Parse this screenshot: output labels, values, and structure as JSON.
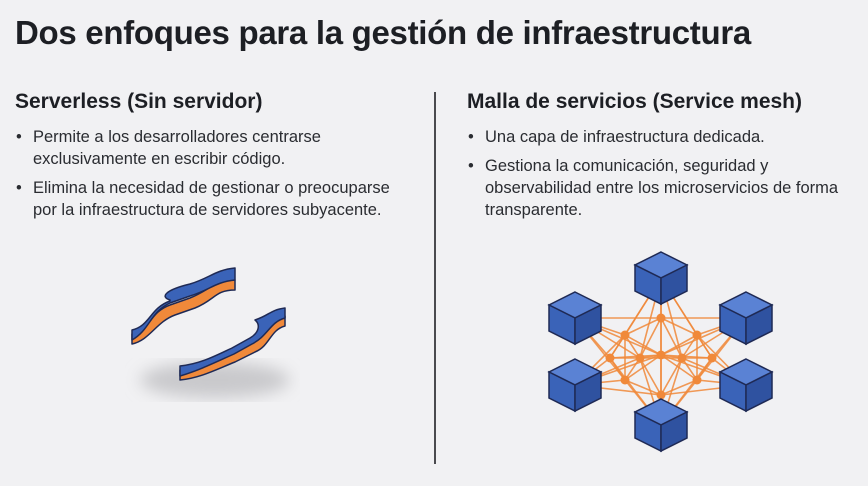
{
  "title": "Dos enfoques para la gestión de infraestructura",
  "left": {
    "heading": "Serverless (Sin servidor)",
    "bullets": [
      "Permite a los desarrolladores centrarse exclusivamente en escribir código.",
      "Elimina la necesidad de gestionar o preocuparse por la infraestructura de servidores subyacente."
    ],
    "illustration_icon": "curly-braces-icon"
  },
  "right": {
    "heading": "Malla de servicios (Service mesh)",
    "bullets": [
      "Una capa de infraestructura dedicada.",
      "Gestiona la comunicación, seguridad y observabilidad entre los microservicios de forma transparente."
    ],
    "illustration_icon": "service-mesh-network-icon"
  },
  "colors": {
    "blue": "#3a63b8",
    "orange": "#f0893a",
    "text": "#1d1f24",
    "background": "#f1f1f3"
  }
}
